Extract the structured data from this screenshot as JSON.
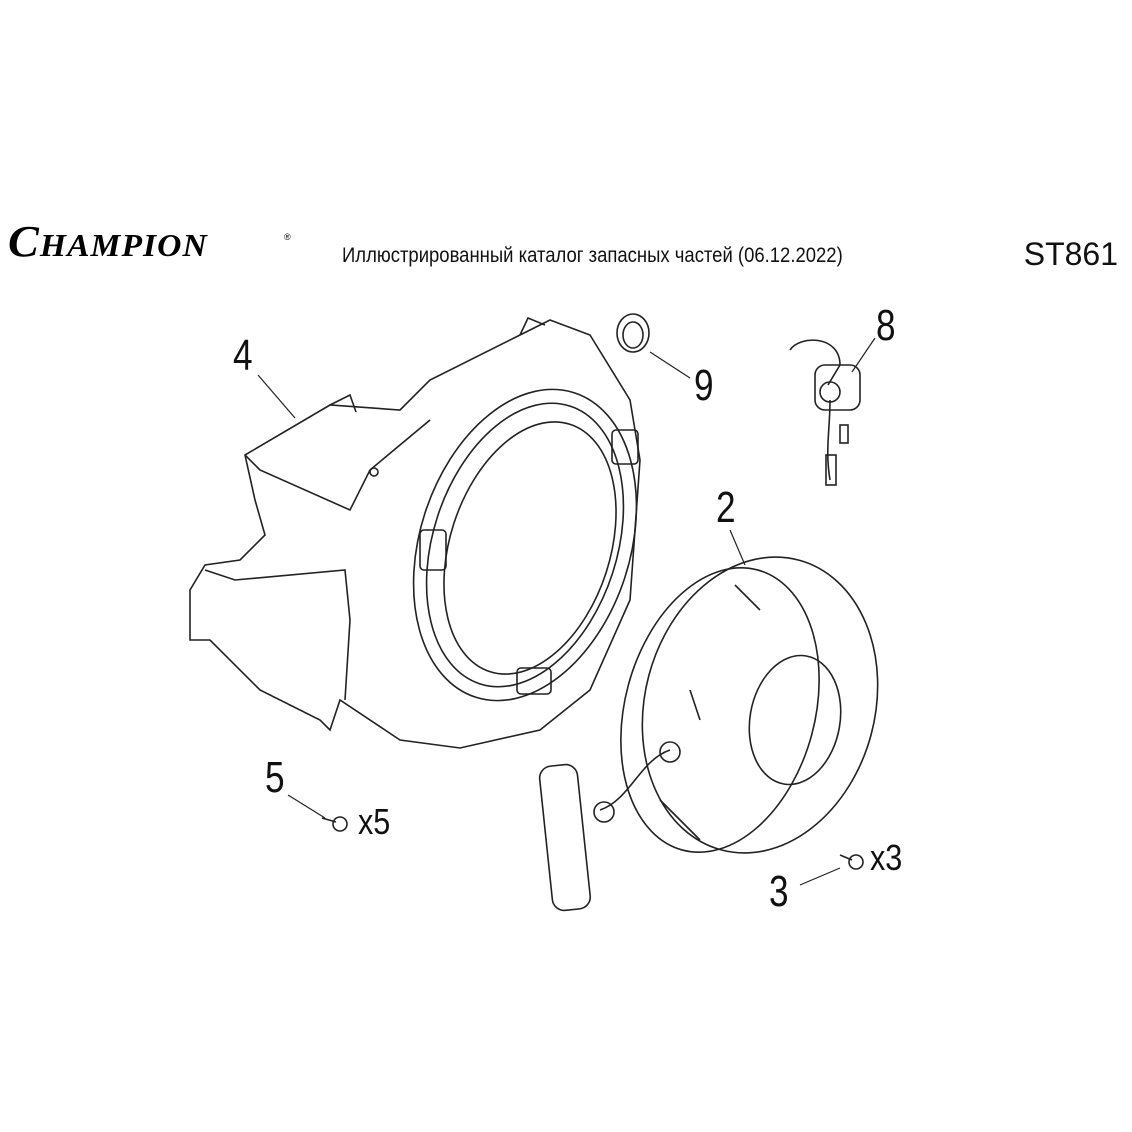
{
  "header": {
    "brand": "CHAMPION",
    "title": "Иллюстрированный каталог запасных частей (06.12.2022)",
    "model": "ST861"
  },
  "callouts": [
    {
      "number": "4",
      "part": "blower-housing"
    },
    {
      "number": "9",
      "part": "grommet"
    },
    {
      "number": "8",
      "part": "stop-switch"
    },
    {
      "number": "2",
      "part": "recoil-starter"
    },
    {
      "number": "5",
      "part": "bolt",
      "quantity": "x5"
    },
    {
      "number": "3",
      "part": "bolt",
      "quantity": "x3"
    }
  ]
}
